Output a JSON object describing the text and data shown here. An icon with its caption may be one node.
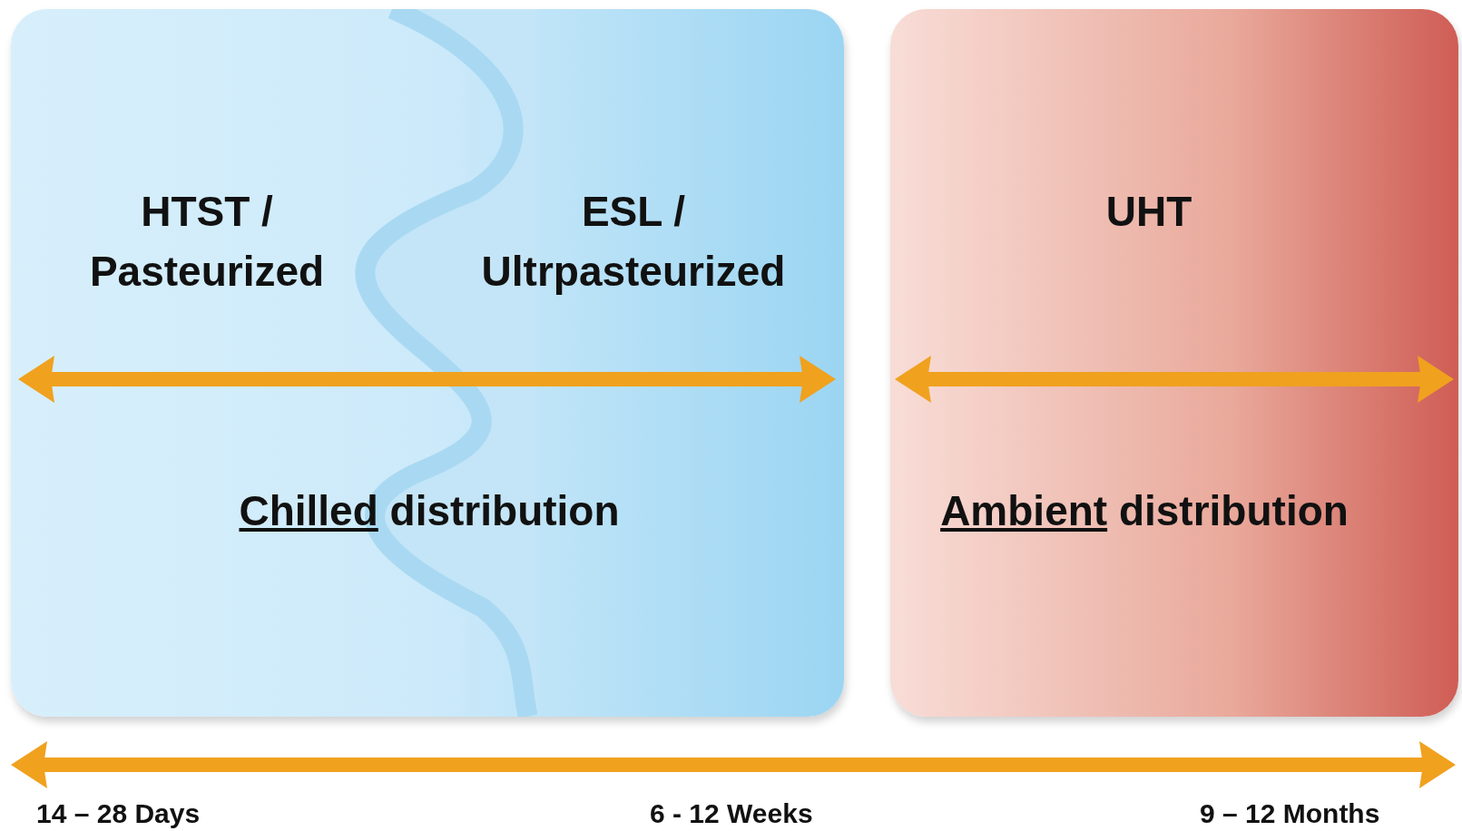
{
  "diagram": {
    "nodes": [
      {
        "text": [
          "HTST / Pasteurized",
          "ESL / Ultrpasteurized",
          "Chilled distribution"
        ]
      },
      {
        "text": [
          "UHT",
          "Ambient distribution"
        ]
      }
    ],
    "labels": [
      "14 – 28 Days",
      "6 - 12 Weeks",
      "9 – 12 Months"
    ]
  }
}
